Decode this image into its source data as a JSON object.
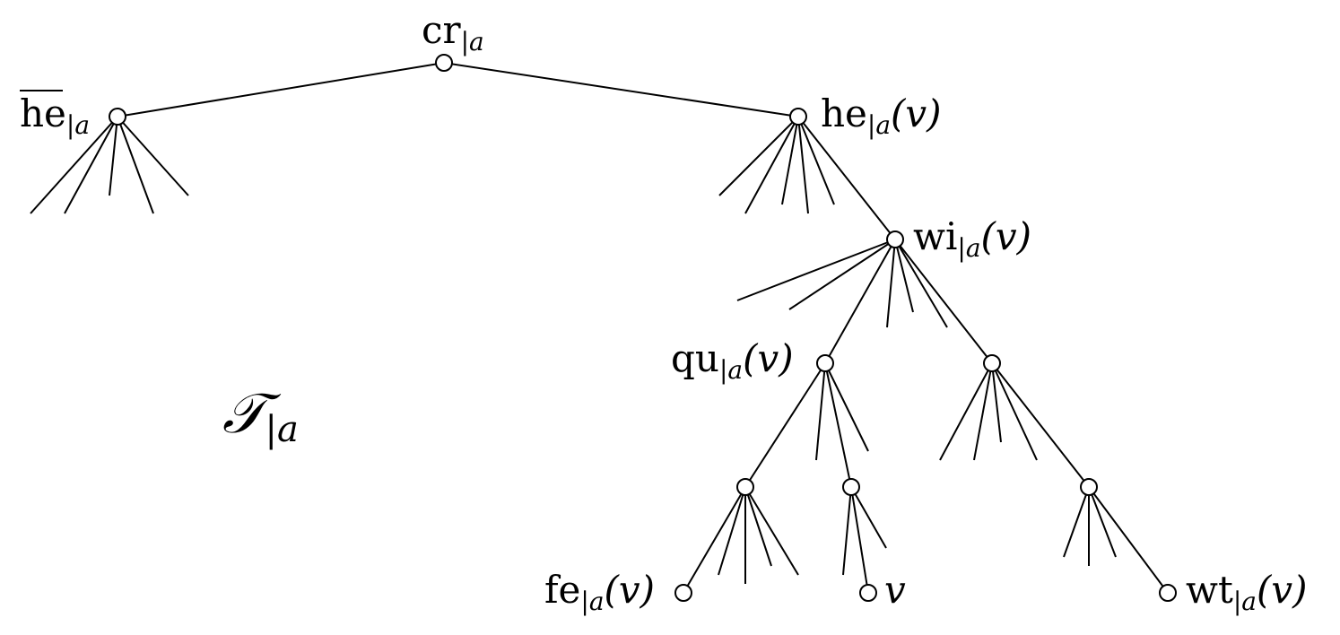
{
  "title": {
    "symbol": "𝒯",
    "sub": "|a"
  },
  "nodes": {
    "root": {
      "main": "cr",
      "sub": "|a"
    },
    "he_bar": {
      "main": "he",
      "sub": "|a"
    },
    "he_v": {
      "main": "he",
      "sub": "|a",
      "arg": "(v)"
    },
    "wi_v": {
      "main": "wi",
      "sub": "|a",
      "arg": "(v)"
    },
    "qu_v": {
      "main": "qu",
      "sub": "|a",
      "arg": "(v)"
    },
    "fe_v": {
      "main": "fe",
      "sub": "|a",
      "arg": "(v)"
    },
    "v": {
      "arg": "v"
    },
    "wt_v": {
      "main": "wt",
      "sub": "|a",
      "arg": "(v)"
    }
  }
}
